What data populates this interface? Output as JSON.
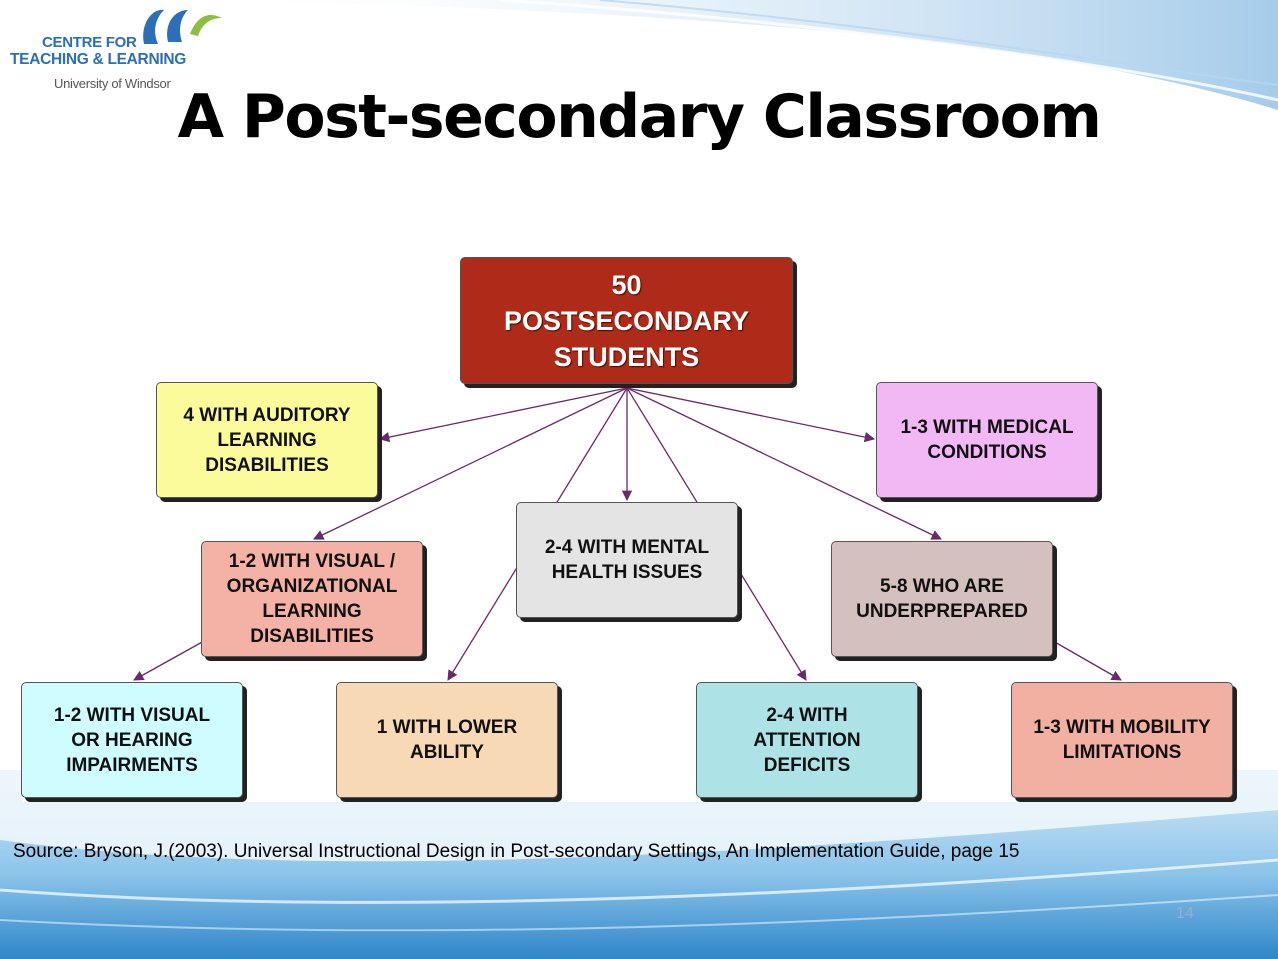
{
  "logo": {
    "line1": "CENTRE FOR",
    "line2": "TEACHING & LEARNING",
    "line3": "University of Windsor"
  },
  "title": "A Post-secondary Classroom",
  "colors": {
    "root": "#ae2a19",
    "auditory": "#fbfb9c",
    "medical": "#f2b8f6",
    "visual_org": "#f4b2a6",
    "mental": "#e4e4e4",
    "underprepared": "#d4c1bd",
    "visual_hearing": "#cffcff",
    "lower_ability": "#f8d9b5",
    "attention": "#ade2e6",
    "mobility": "#f2b0a3",
    "edge": "#6a2a6a"
  },
  "nodes": {
    "root": "50\nPOSTSECONDARY\nSTUDENTS",
    "auditory": "4 WITH AUDITORY\nLEARNING\nDISABILITIES",
    "medical": "1-3 WITH MEDICAL\nCONDITIONS",
    "visual_org": "1-2 WITH VISUAL /\nORGANIZATIONAL\nLEARNING\nDISABILITIES",
    "mental": "2-4 WITH MENTAL\nHEALTH ISSUES",
    "underprepared": "5-8 WHO ARE\nUNDERPREPARED",
    "visual_hearing": "1-2 WITH VISUAL\nOR HEARING\nIMPAIRMENTS",
    "lower_ability": "1 WITH LOWER\nABILITY",
    "attention": "2-4 WITH\nATTENTION\nDEFICITS",
    "mobility": "1-3 WITH MOBILITY\nLIMITATIONS"
  },
  "source": "Source:  Bryson, J.(2003).  Universal Instructional Design in Post-secondary Settings, An Implementation Guide, page 15",
  "page_number": "14"
}
